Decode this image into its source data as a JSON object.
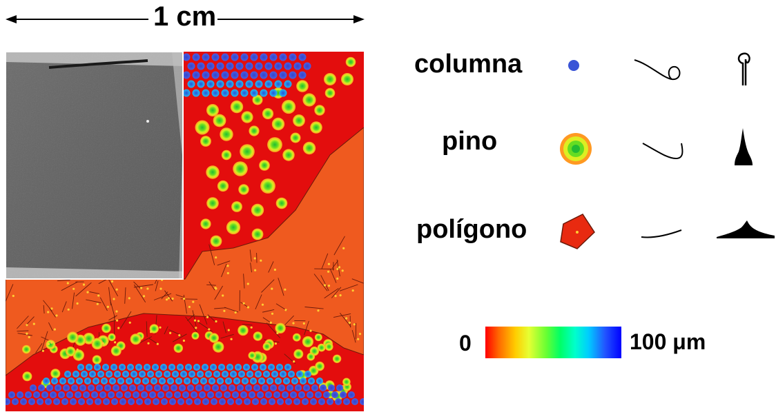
{
  "scale": {
    "label": "1 cm"
  },
  "legend": [
    {
      "name": "columna"
    },
    {
      "name": "pino"
    },
    {
      "name": "polígono"
    }
  ],
  "colorbar": {
    "min_label": "0",
    "max_label": "100 μm",
    "colors": [
      "#ff0000",
      "#ffcc00",
      "#66ff33",
      "#00ffcc",
      "#0000ff"
    ]
  },
  "colors": {
    "background": "#e30d0d",
    "polygon_fill": "#ef5a1f",
    "pine_core": "#33cc33",
    "column": "#3a54d6"
  }
}
